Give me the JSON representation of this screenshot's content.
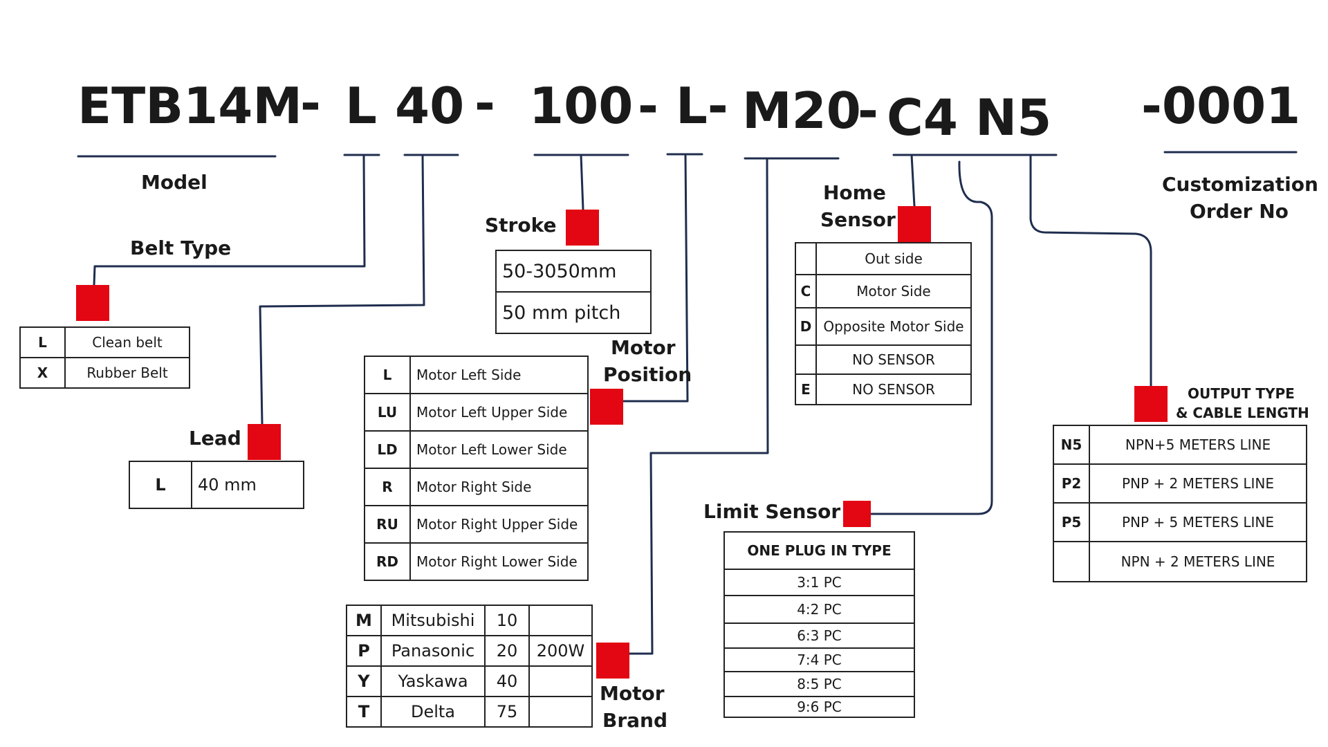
{
  "code": {
    "model": "ETB14M",
    "dash1": "-",
    "belt": "L",
    "lead": "40",
    "dash2": "-",
    "stroke": "100",
    "motor_pos": "- L-",
    "motor_brand": "M20",
    "dash3": "-",
    "sensor": "C4 N5",
    "order": "-0001"
  },
  "labels": {
    "model": "Model",
    "belt_type": "Belt Type",
    "lead": "Lead",
    "stroke": "Stroke",
    "motor_position": [
      "Motor",
      "Position"
    ],
    "motor_brand": [
      "Motor",
      "Brand"
    ],
    "home_sensor": [
      "Home",
      "Sensor"
    ],
    "limit_sensor": "Limit Sensor",
    "customization": [
      "Customization",
      "Order No"
    ],
    "output_type": [
      "OUTPUT TYPE",
      "& CABLE LENGTH"
    ]
  },
  "belt_type": [
    {
      "code": "L",
      "label": "Clean belt"
    },
    {
      "code": "X",
      "label": "Rubber Belt"
    }
  ],
  "lead": [
    {
      "code": "L",
      "label": "40 mm"
    }
  ],
  "stroke": [
    "50-3050mm",
    "50 mm pitch"
  ],
  "motor_position": [
    {
      "code": "L",
      "label": "Motor Left Side"
    },
    {
      "code": "LU",
      "label": "Motor Left Upper Side"
    },
    {
      "code": "LD",
      "label": "Motor Left Lower Side"
    },
    {
      "code": "R",
      "label": "Motor Right Side"
    },
    {
      "code": "RU",
      "label": "Motor Right Upper Side"
    },
    {
      "code": "RD",
      "label": "Motor Right Lower Side"
    }
  ],
  "motor_brand": [
    {
      "code": "M",
      "brand": "Mitsubishi",
      "size": "10",
      "power": ""
    },
    {
      "code": "P",
      "brand": "Panasonic",
      "size": "20",
      "power": "200W"
    },
    {
      "code": "Y",
      "brand": "Yaskawa",
      "size": "40",
      "power": ""
    },
    {
      "code": "T",
      "brand": "Delta",
      "size": "75",
      "power": ""
    }
  ],
  "home_sensor": [
    {
      "code": "",
      "label": "Out side"
    },
    {
      "code": "C",
      "label": "Motor Side"
    },
    {
      "code": "D",
      "label": "Opposite Motor Side"
    },
    {
      "code": "",
      "label": "NO SENSOR"
    },
    {
      "code": "E",
      "label": "NO SENSOR"
    }
  ],
  "limit_sensor": {
    "header": "ONE PLUG IN TYPE",
    "rows": [
      "3:1 PC",
      "4:2 PC",
      "6:3 PC",
      "7:4 PC",
      "8:5 PC",
      "9:6 PC"
    ]
  },
  "output_type": [
    {
      "code": "N5",
      "label": "NPN+5 METERS LINE"
    },
    {
      "code": "P2",
      "label": "PNP + 2 METERS LINE"
    },
    {
      "code": "P5",
      "label": "PNP + 5 METERS LINE"
    },
    {
      "code": "",
      "label": "NPN + 2 METERS LINE"
    }
  ],
  "colors": {
    "marker": "#e30613",
    "connector": "#1f2d4e",
    "text": "#1a1a1a"
  }
}
